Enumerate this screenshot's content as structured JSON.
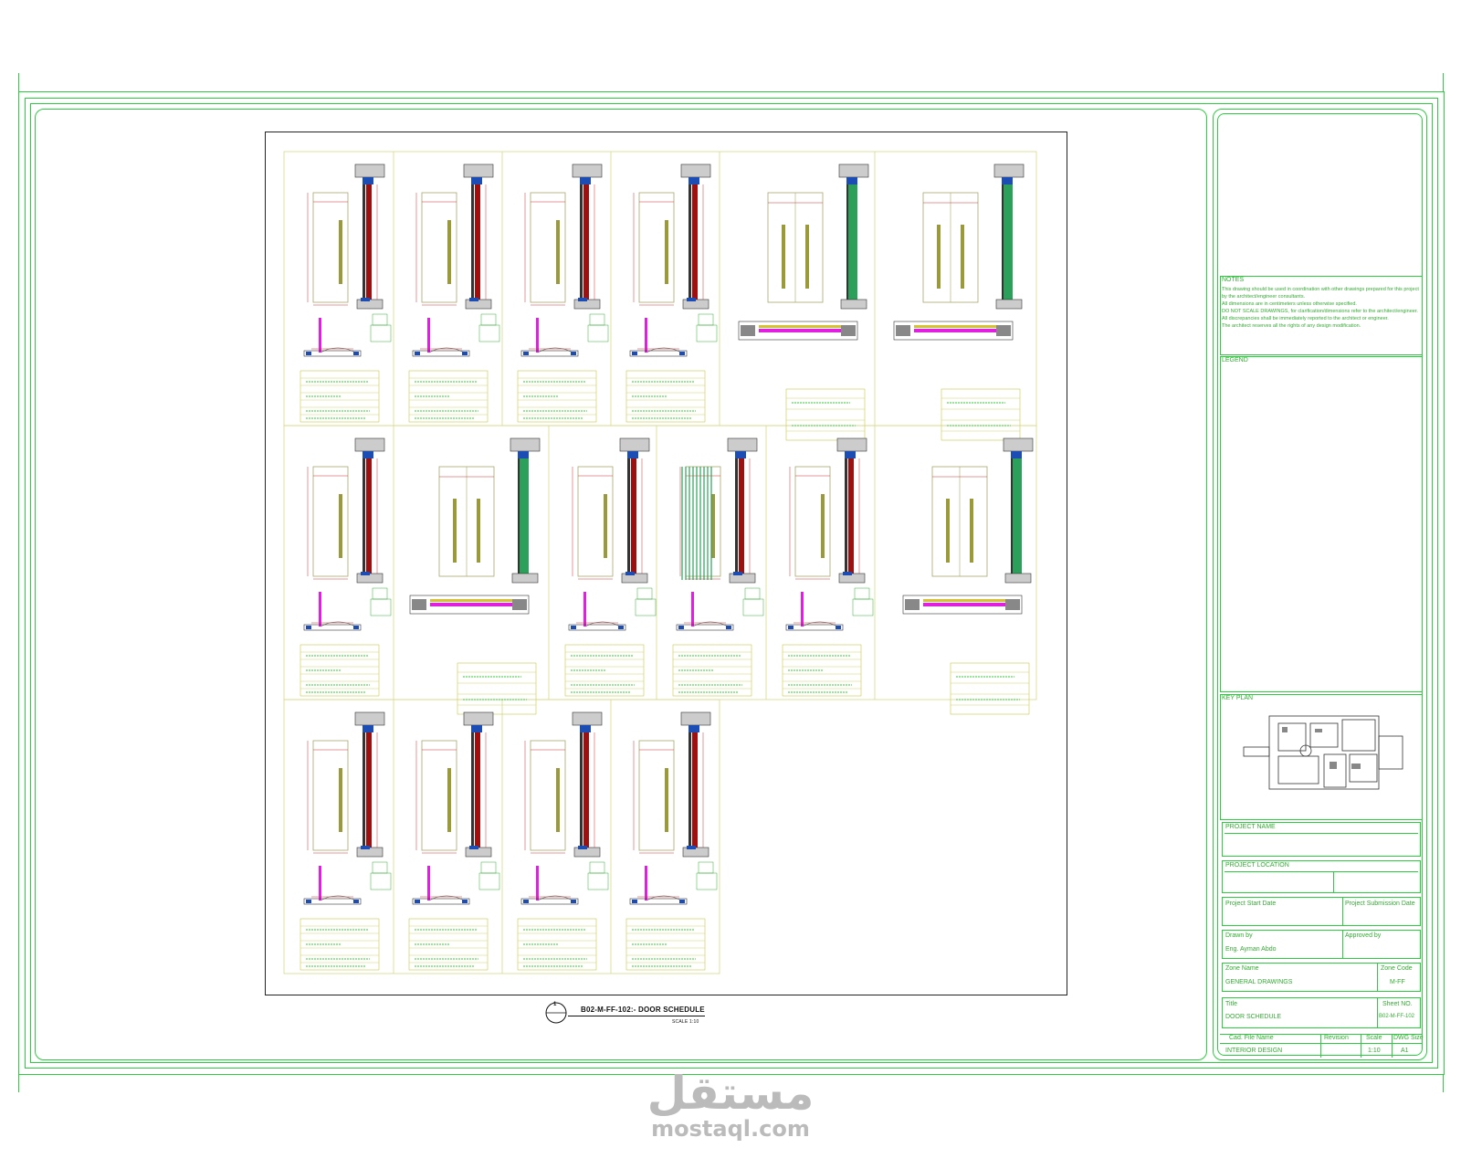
{
  "drawing": {
    "caption_title": "B02-M-FF-102:- DOOR SCHEDULE",
    "caption_scale": "SCALE 1:10",
    "caption_number": "1"
  },
  "title_block": {
    "notes_heading": "NOTES",
    "notes": [
      "This drawing should be used in coordination with other drawings prepared for this project by the architect/engineer consultants.",
      "All dimensions are in centimeters unless otherwise specified.",
      "DO NOT SCALE DRAWINGS, for clarification/dimensions refer to the architect/engineer.",
      "All discrepancies shall be immediately reported to the architect or engineer.",
      "The architect reserves all the rights of any design modification."
    ],
    "legend_heading": "LEGEND",
    "key_plan_heading": "KEY PLAN",
    "project_name_label": "PROJECT NAME",
    "project_location_label": "PROJECT LOCATION",
    "project_start_label": "Project Start Date",
    "project_submission_label": "Project Submission Date",
    "drawn_by_label": "Drawn by",
    "drawn_by_value": "Eng. Ayman Abdo",
    "approved_by_label": "Approved by",
    "zone_name_label": "Zone Name",
    "zone_name_value": "GENERAL DRAWINGS",
    "zone_code_label": "Zone Code",
    "zone_code_value": "M-FF",
    "title_label": "Title",
    "title_value": "DOOR SCHEDULE",
    "sheet_no_label": "Sheet NO.",
    "sheet_no_value": "B02-M-FF-102",
    "cad_file_label": "Cad. File Name",
    "cad_file_value": "INTERIOR DESIGN",
    "revision_label": "Revision",
    "scale_label": "Scale",
    "scale_value": "1:10",
    "dwg_size_label": "DWG Size",
    "dwg_size_value": "A1"
  },
  "watermark": {
    "arabic": "مستقل",
    "latin": "mostaql.com"
  }
}
